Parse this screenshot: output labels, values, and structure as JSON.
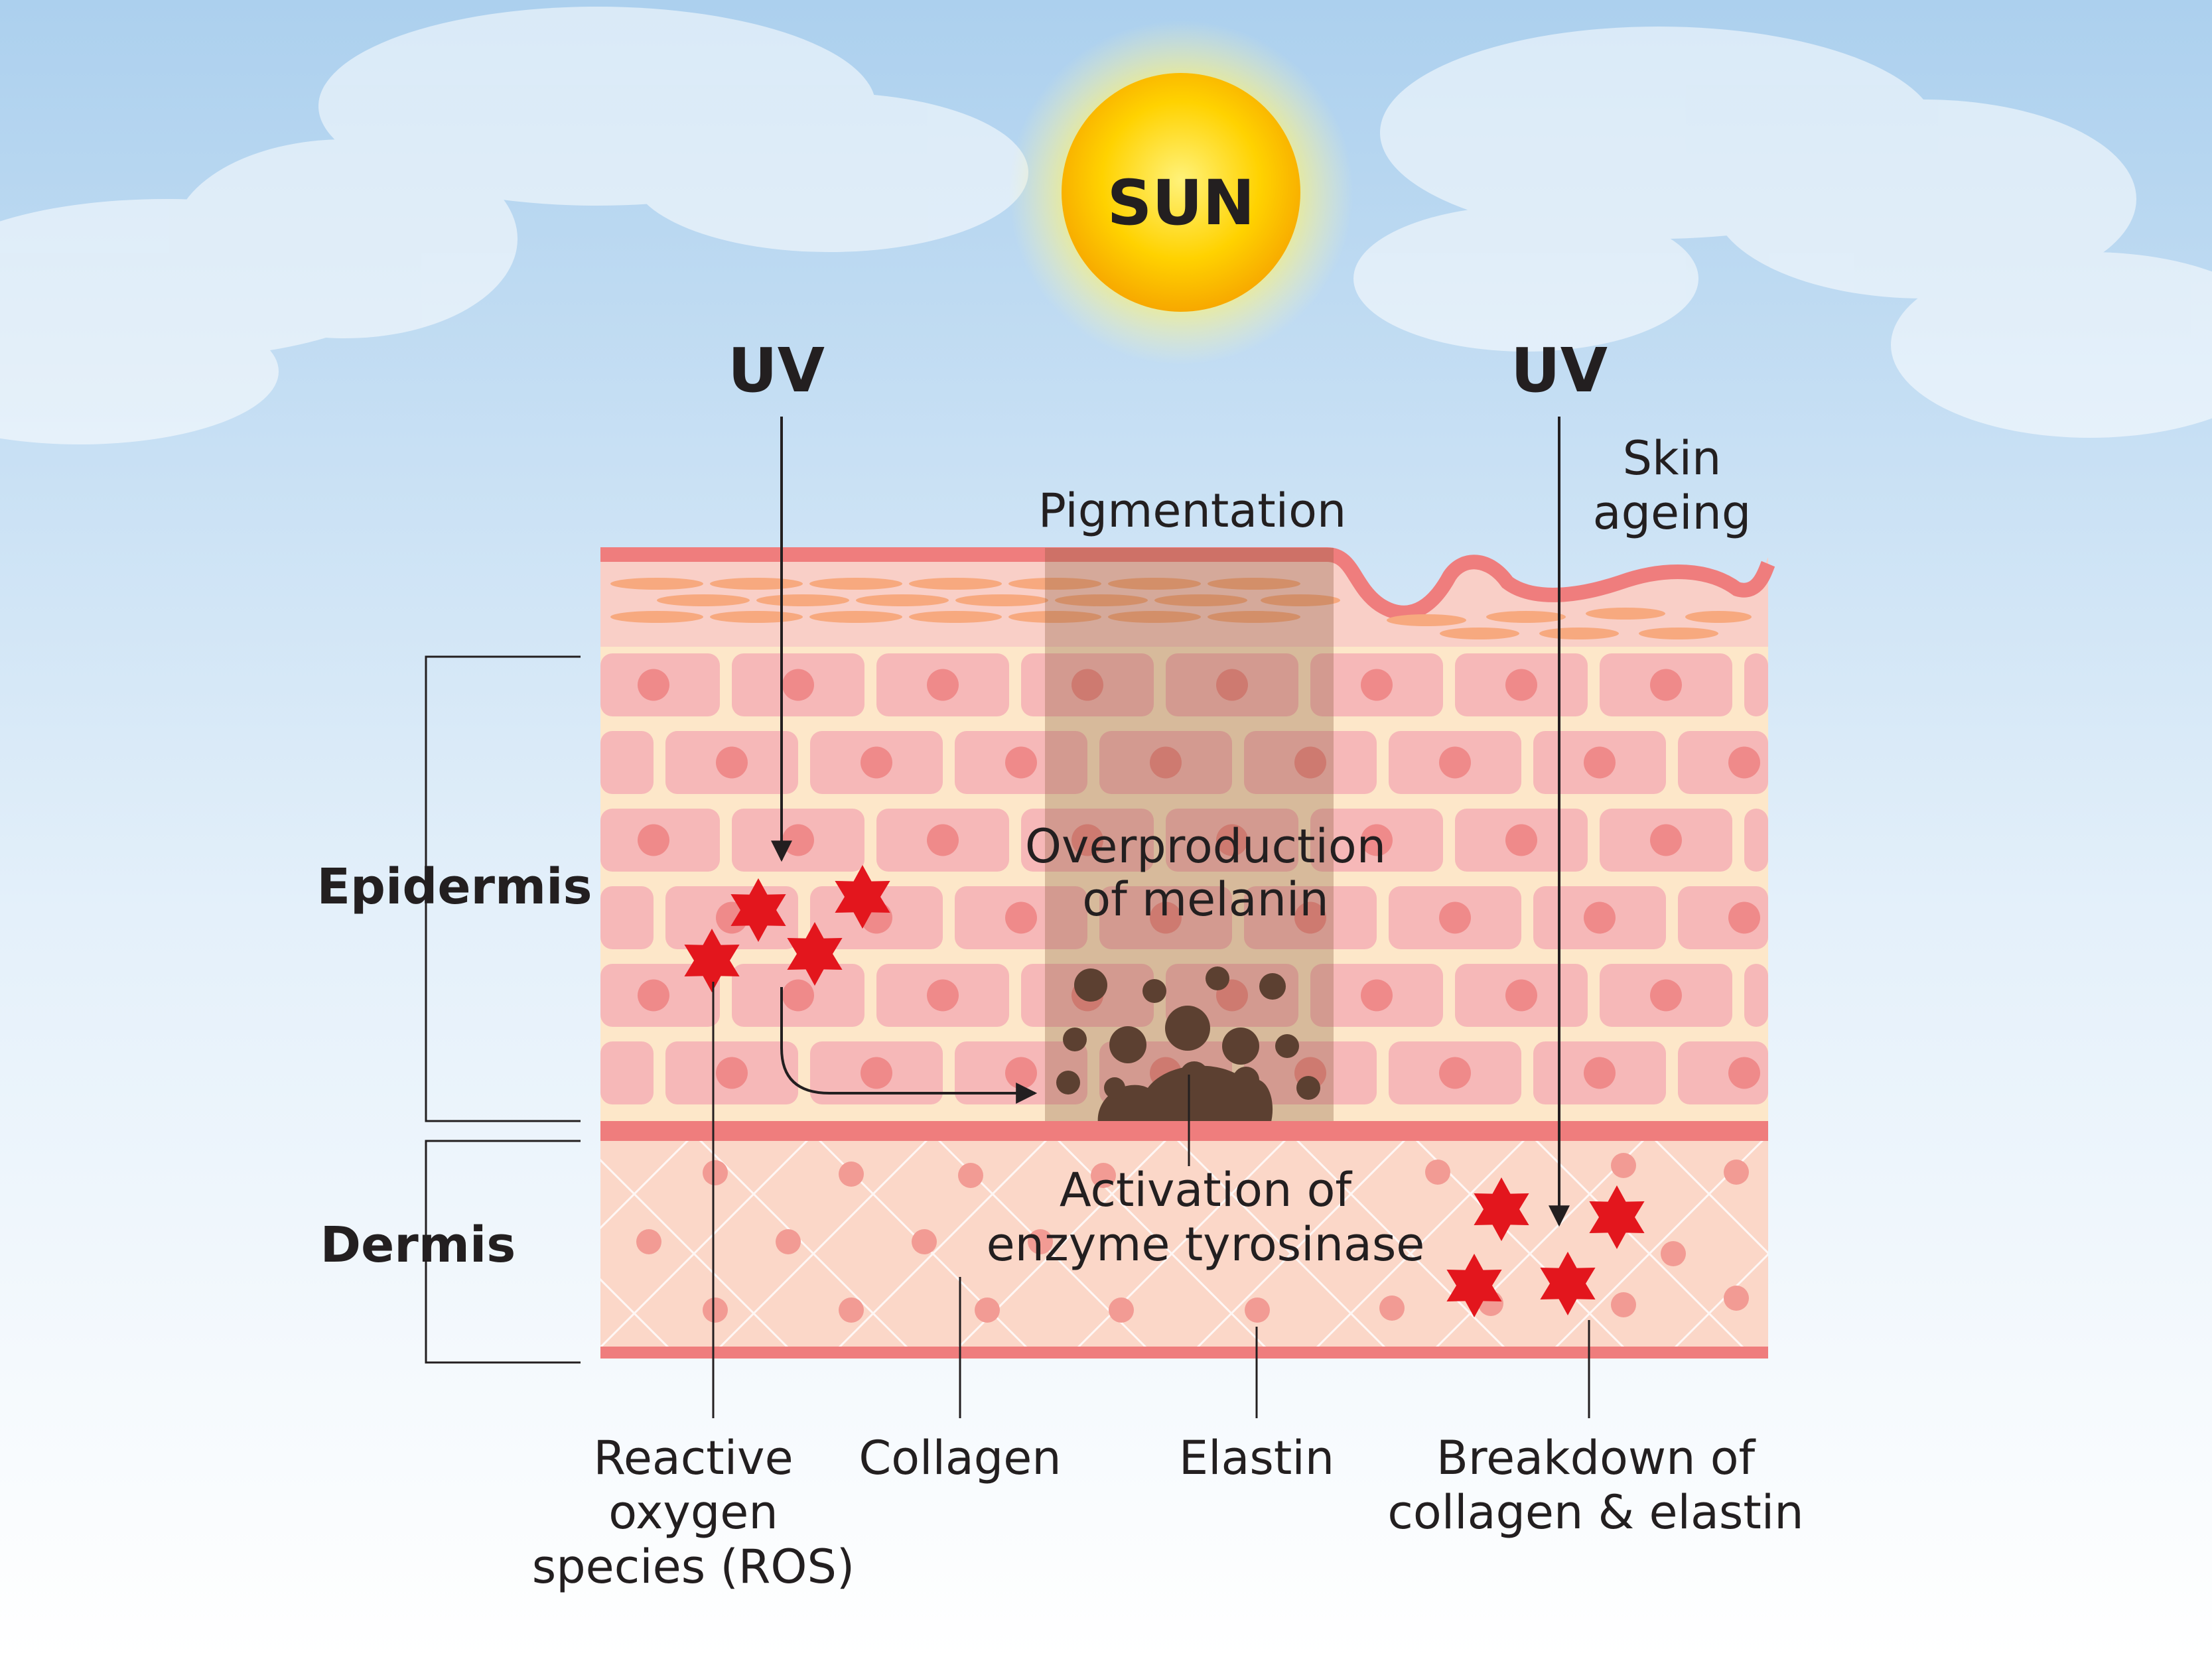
{
  "sun": {
    "label": "SUN"
  },
  "uv_left": {
    "label": "UV"
  },
  "uv_right": {
    "label": "UV"
  },
  "pigmentation": {
    "label": "Pigmentation"
  },
  "skin_ageing": {
    "line1": "Skin",
    "line2": "ageing"
  },
  "epidermis": {
    "label": "Epidermis"
  },
  "dermis": {
    "label": "Dermis"
  },
  "melanin": {
    "line1": "Overproduction",
    "line2": "of melanin"
  },
  "tyrosinase": {
    "line1": "Activation of",
    "line2": "enzyme tyrosinase"
  },
  "ros": {
    "line1": "Reactive",
    "line2": "oxygen",
    "line3": "species (ROS)"
  },
  "collagen": {
    "label": "Collagen"
  },
  "elastin": {
    "label": "Elastin"
  },
  "breakdown": {
    "line1": "Breakdown of",
    "line2": "collagen & elastin"
  },
  "colors": {
    "sky_top": "#b4d4ee",
    "sun": "#ffcc00",
    "skin_border": "#ef7d7d",
    "epidermis_bg": "#fde7c9",
    "cell": "#f6b8b8",
    "cell_nucleus": "#ef8a8a",
    "melanin": "#5c4031",
    "dermis_bg": "#fbd7c8",
    "ros_star": "#e3161d"
  },
  "icons": [
    "sun-icon",
    "ros-star-icon",
    "melanin-granule-icon"
  ]
}
